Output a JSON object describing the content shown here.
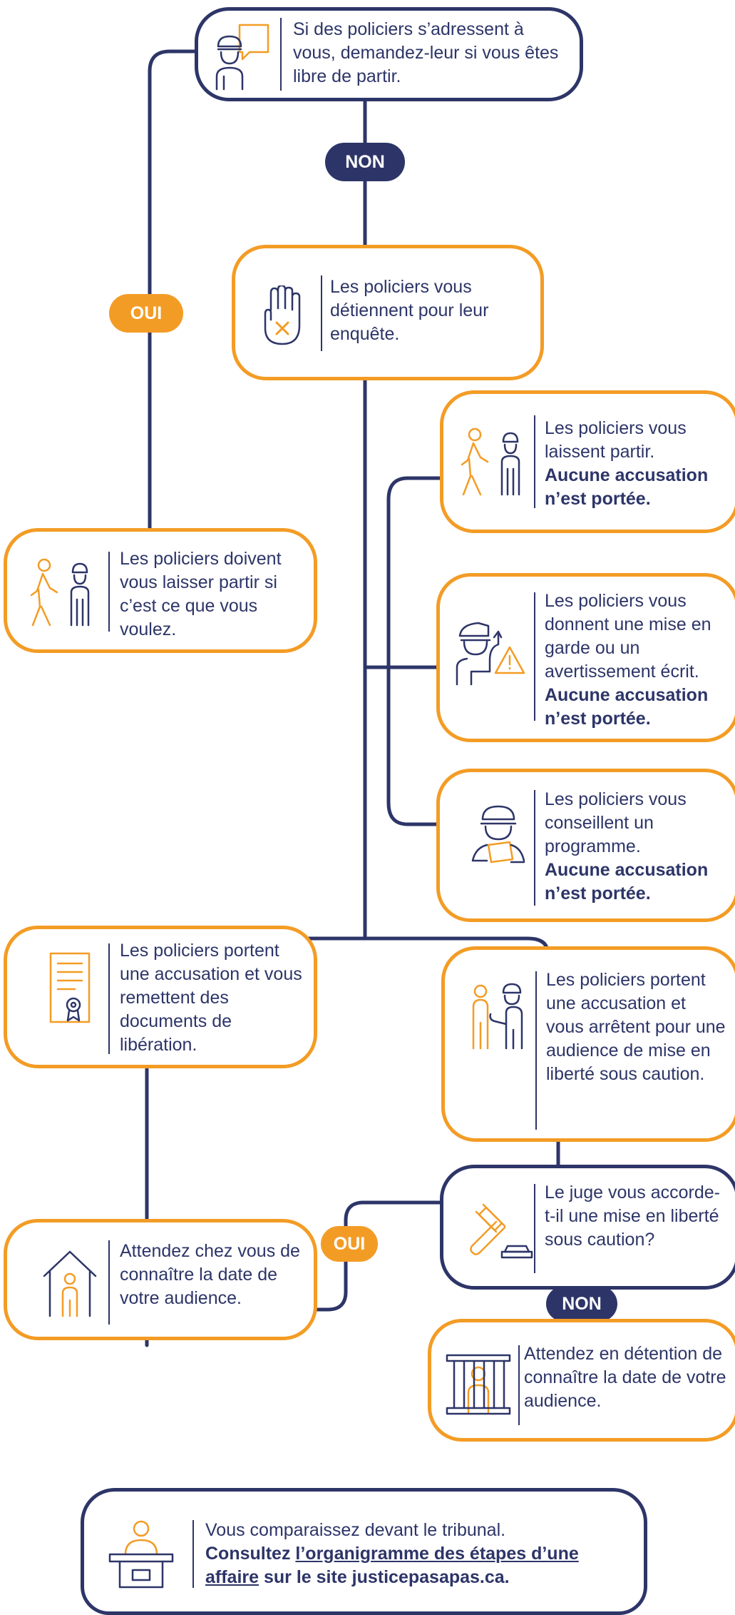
{
  "colors": {
    "navy": "#2d3568",
    "orange": "#f39c25"
  },
  "start": {
    "text": "Si des policiers s’adressent à vous, demandez-leur si vous êtes libre de partir.",
    "icon": "police-speech-icon"
  },
  "labels": {
    "non_top": "NON",
    "oui_left": "OUI",
    "oui_bail": "OUI",
    "non_bail": "NON"
  },
  "detain": {
    "text": "Les policiers vous détiennent pour leur enquête.",
    "icon": "stop-hand-icon"
  },
  "let_go_yes": {
    "text": "Les policiers doivent vous laisser partir si c’est ce que vous voulez.",
    "icon": "walking-person-police-icon"
  },
  "outcomes": [
    {
      "text": "Les policiers vous laissent partir.",
      "bold": "Aucune accusation n’est portée.",
      "icon": "walking-person-police-icon"
    },
    {
      "text": "Les policiers vous donnent une mise en garde ou un avertissement écrit.",
      "bold": "Aucune accusation n’est portée.",
      "icon": "police-warning-icon"
    },
    {
      "text": "Les policiers vous conseillent un programme.",
      "bold": "Aucune accusation n’est portée.",
      "icon": "police-document-icon"
    }
  ],
  "charge_release": {
    "text": "Les policiers portent une accusation et vous remettent des documents de libération.",
    "icon": "certificate-icon"
  },
  "charge_arrest": {
    "text": "Les policiers portent une accusation et vous arrêtent pour une audience de mise en liberté sous caution.",
    "icon": "arrest-icon"
  },
  "bail_question": {
    "text": "Le juge vous accorde-t-il une mise en liberté sous caution?",
    "icon": "gavel-icon"
  },
  "wait_home": {
    "text": "Attendez chez vous de connaître la date de votre audience.",
    "icon": "house-person-icon"
  },
  "wait_detention": {
    "text": "Attendez en détention de connaître la date de votre audience.",
    "icon": "jail-icon"
  },
  "court": {
    "text": "Vous comparaissez devant le tribunal.",
    "cta_prefix": "Consultez ",
    "cta_link": "l’organigramme des étapes d’une affaire",
    "cta_suffix": " sur le site justicepasapas.ca.",
    "icon": "courtroom-speaker-icon"
  }
}
